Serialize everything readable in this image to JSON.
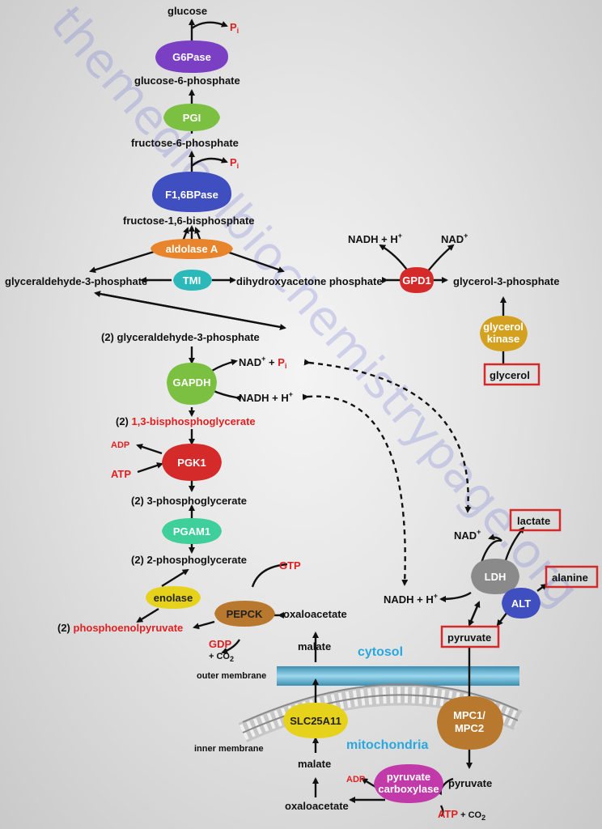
{
  "watermark": "themedicalbiochemistrypage.org",
  "enzymes": {
    "g6pase": "G6Pase",
    "pgi": "PGI",
    "f16bpase": "F1,6BPase",
    "aldolase": "aldolase A",
    "tmi": "TMI",
    "gpd1": "GPD1",
    "glycerol_kinase_1": "glycerol",
    "glycerol_kinase_2": "kinase",
    "gapdh": "GAPDH",
    "pgk1": "PGK1",
    "pgam1": "PGAM1",
    "enolase": "enolase",
    "pepck": "PEPCK",
    "ldh": "LDH",
    "alt": "ALT",
    "slc25a11": "SLC25A11",
    "mpc_1": "MPC1/",
    "mpc_2": "MPC2",
    "pc_1": "pyruvate",
    "pc_2": "carboxylase"
  },
  "metabolites": {
    "glucose": "glucose",
    "pi": "P",
    "pi_sub": "i",
    "g6p": "glucose-6-phosphate",
    "f6p": "fructose-6-phosphate",
    "f16bp": "fructose-1,6-bisphosphate",
    "g3p": "glyceraldehyde-3-phosphate",
    "dhap": "dihydroxyacetone phosphate",
    "glycerol3p": "glycerol-3-phosphate",
    "nadh": "NADH + H",
    "nad": "NAD",
    "plus_sup": "+",
    "glycerol": "glycerol",
    "g3p_2": "(2) glyceraldehyde-3-phosphate",
    "nad_pi_a": "NAD",
    "nad_pi_b": " + ",
    "bpg_prefix": "(2) ",
    "bpg": "1,3-bisphosphoglycerate",
    "adp": "ADP",
    "atp": "ATP",
    "pg3": "(2) 3-phosphoglycerate",
    "pg2": "(2) 2-phosphoglycerate",
    "pep_prefix": "(2) ",
    "pep": "phosphoenolpyruvate",
    "gtp": "GTP",
    "gdp": "GDP",
    "co2": "+ CO",
    "co2_sub": "2",
    "oaa": "oxaloacetate",
    "malate": "malate",
    "lactate": "lactate",
    "alanine": "alanine",
    "pyruvate": "pyruvate",
    "atp_co2": " + CO"
  },
  "compartments": {
    "cytosol": "cytosol",
    "mitochondria": "mitochondria",
    "outer_membrane": "outer membrane",
    "inner_membrane": "inner membrane"
  },
  "colors": {
    "purple": "#7a3fc2",
    "green": "#7cc042",
    "blue_enzyme": "#3f4fbf",
    "orange": "#e8842c",
    "teal": "#2ab8b8",
    "red_enzyme": "#d42a2a",
    "gold": "#d4a020",
    "mint": "#3ecf9a",
    "yellow": "#e6d21a",
    "brown": "#b8782e",
    "grey": "#8a8a8a",
    "magenta": "#c23aaa",
    "highlight_red": "#e02020",
    "membrane_blue": "#29a8e0"
  }
}
